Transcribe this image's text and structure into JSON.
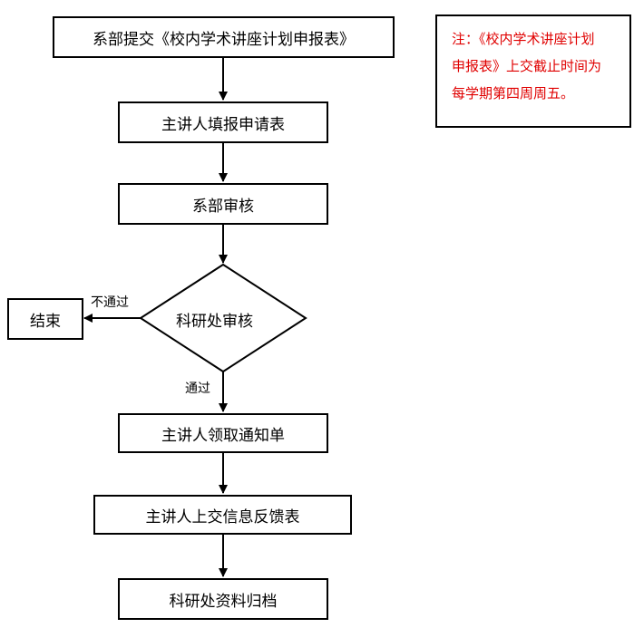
{
  "steps": {
    "s1": "系部提交《校内学术讲座计划申报表》",
    "s2": "主讲人填报申请表",
    "s3": "系部审核",
    "s4": "科研处审核",
    "s5": "主讲人领取通知单",
    "s6": "主讲人上交信息反馈表",
    "s7": "科研处资料归档",
    "end": "结束"
  },
  "labels": {
    "reject": "不通过",
    "pass": "通过"
  },
  "note": {
    "line1": "注：《校内学术讲座计划",
    "line2": "申报表》上交截止时间为",
    "line3": "每学期第四周周五。"
  },
  "colors": {
    "note_text": "#e00000",
    "stroke": "#000000"
  }
}
